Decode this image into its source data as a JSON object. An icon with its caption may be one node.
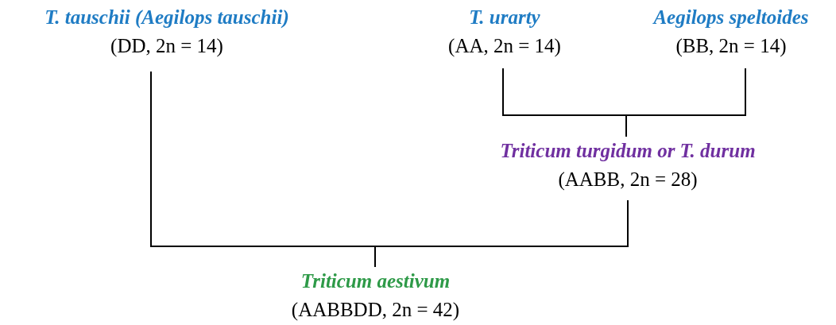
{
  "diagram": {
    "nodes": [
      {
        "text": [
          "T. tauschii (Aegilops tauschii)",
          "(DD, 2n = 14)"
        ]
      },
      {
        "text": [
          "T. urarty",
          "(AA, 2n = 14)"
        ]
      },
      {
        "text": [
          "Aegilops speltoides",
          "(BB, 2n = 14)"
        ]
      },
      {
        "text": [
          "Triticum turgidum or T. durum",
          "(AABB, 2n = 28)"
        ]
      },
      {
        "text": [
          "Triticum aestivum",
          "(AABBDD, 2n = 42)"
        ]
      }
    ],
    "edges": [
      {
        "from": 0,
        "to": 4,
        "arrow": "none"
      },
      {
        "from": 1,
        "to": 3,
        "arrow": "none"
      },
      {
        "from": 2,
        "to": 3,
        "arrow": "none"
      },
      {
        "from": 3,
        "to": 4,
        "arrow": "none"
      }
    ]
  }
}
